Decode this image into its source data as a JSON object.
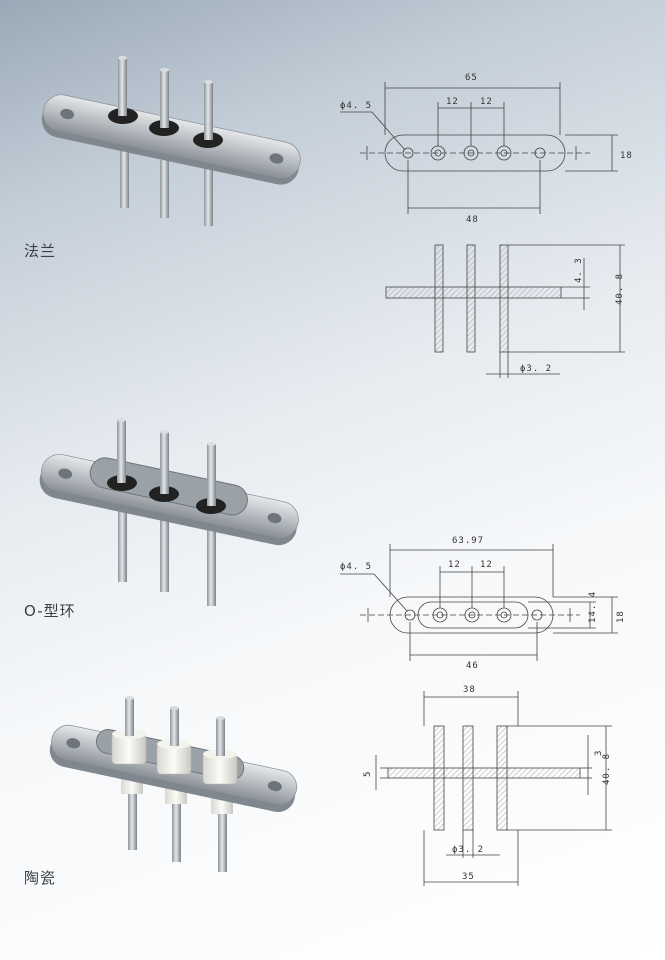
{
  "sections": [
    {
      "label": "法兰",
      "top_view": {
        "overall_length": "65",
        "pitch_left": "12",
        "pitch_right": "12",
        "hole_dia": "ϕ4. 5",
        "hole_spacing": "48",
        "width": "18"
      },
      "side_view": {
        "flange_thickness": "4. 3",
        "overall_height": "40. 8",
        "pin_dia": "ϕ3. 2"
      }
    },
    {
      "label": "O-型环",
      "top_view": {
        "overall_length": "63.97",
        "pitch_left": "12",
        "pitch_right": "12",
        "hole_dia": "ϕ4. 5",
        "hole_spacing": "46",
        "inner_width": "14. 4",
        "width": "18"
      }
    },
    {
      "label": "陶瓷",
      "side_view": {
        "top_width": "38",
        "flange_left": "5",
        "flange_right": "3",
        "overall_height": "40. 8",
        "pin_dia": "ϕ3. 2",
        "bottom_width": "35"
      }
    }
  ]
}
